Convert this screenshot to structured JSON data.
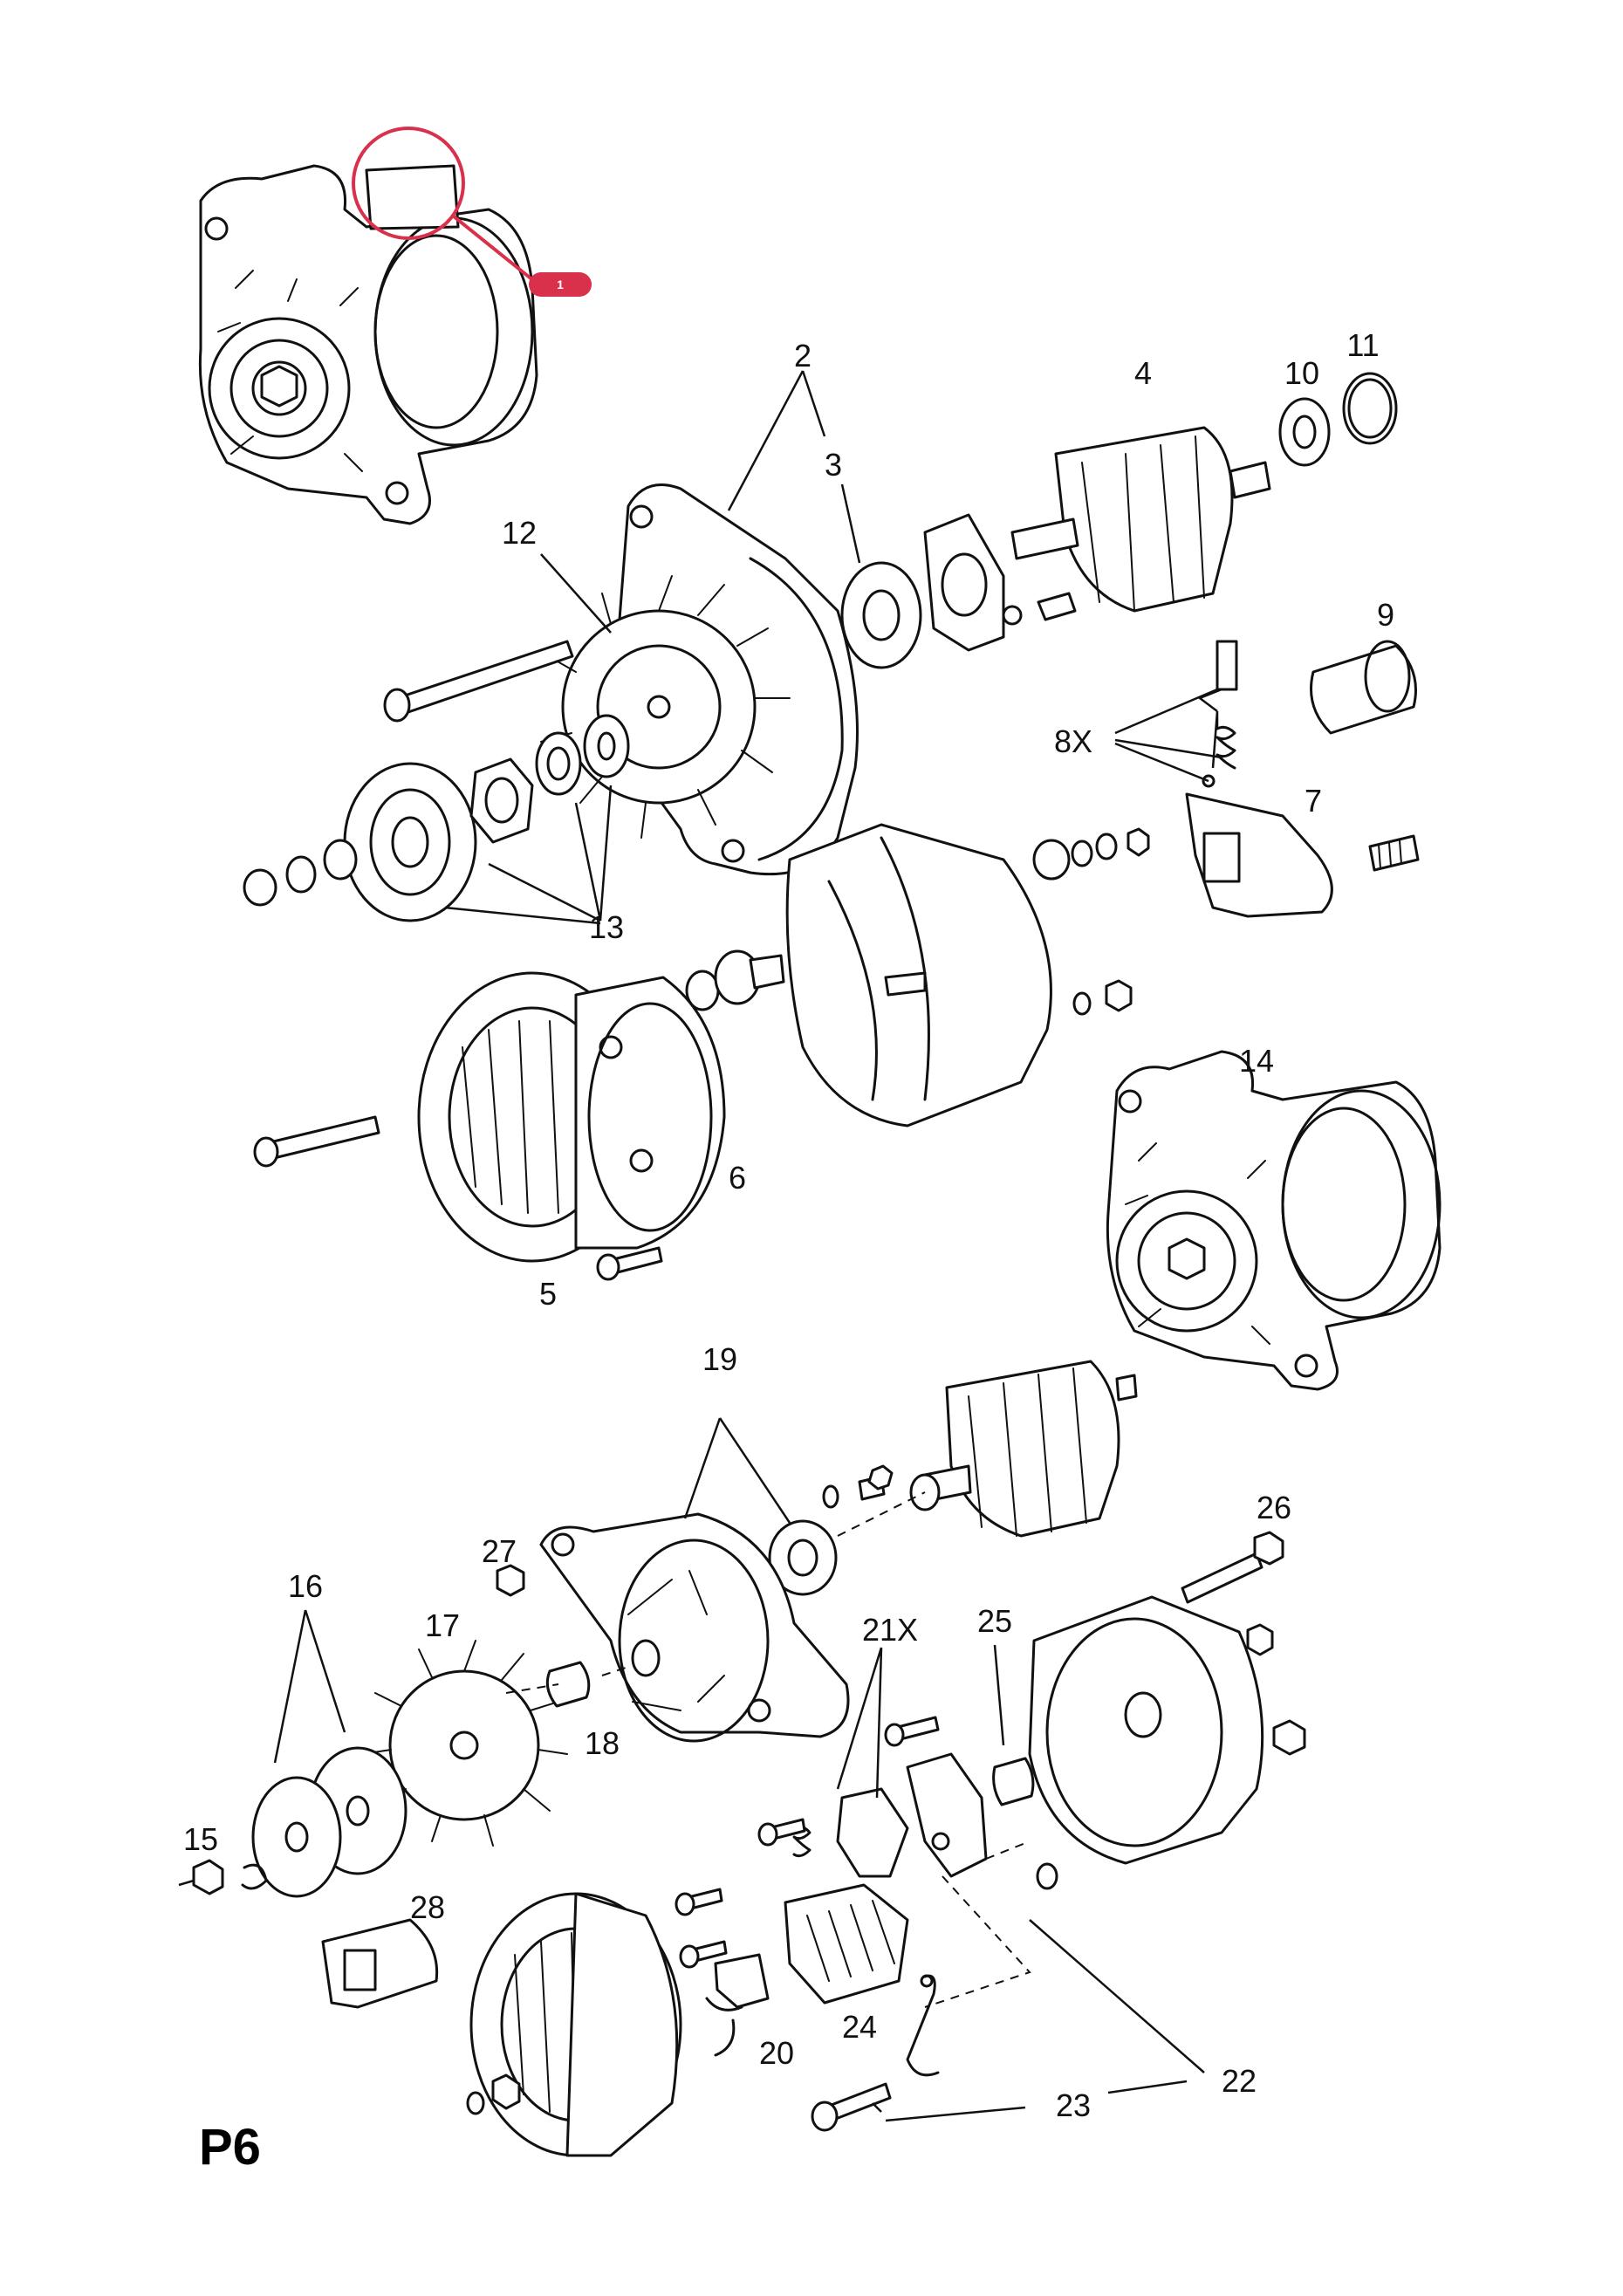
{
  "diagram": {
    "page_code": "P6",
    "highlight": {
      "marker_label": "1",
      "color": "#d9304c"
    },
    "callouts": [
      "2",
      "3",
      "4",
      "5",
      "6",
      "7",
      "8X",
      "9",
      "10",
      "11",
      "12",
      "13",
      "14",
      "15",
      "16",
      "17",
      "18",
      "19",
      "20",
      "21X",
      "22",
      "23",
      "24",
      "25",
      "26",
      "27",
      "28"
    ]
  }
}
